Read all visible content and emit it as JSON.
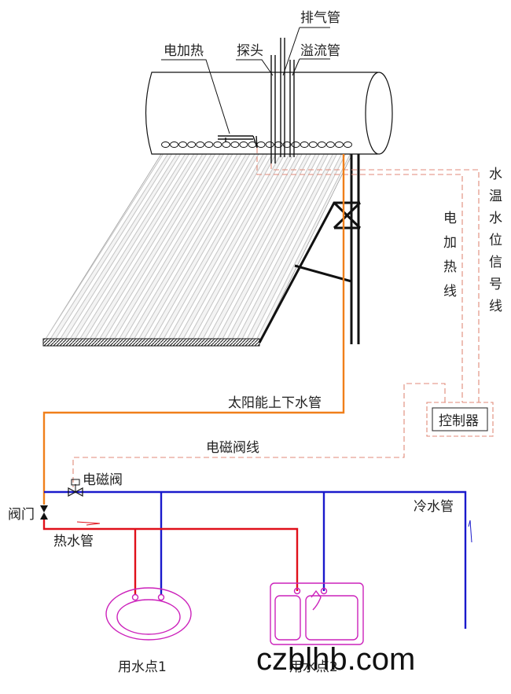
{
  "labels": {
    "exhaust_pipe": "排气管",
    "probe": "探头",
    "electric_heating": "电加热",
    "overflow_pipe": "溢流管",
    "electric_heating_line": "电加热线",
    "temp_level_signal_line": "水温水位信号线",
    "solar_pipe": "太阳能上下水管",
    "controller": "控制器",
    "solenoid_line": "电磁阀线",
    "solenoid_valve": "电磁阀",
    "valve": "阀门",
    "cold_pipe": "冷水管",
    "hot_pipe": "热水管",
    "point1": "用水点1",
    "point2": "用水点2"
  },
  "watermark": "czblhb.com",
  "colors": {
    "hot": "#e0101a",
    "cold": "#1a1acc",
    "solar_pipe": "#f07f1a",
    "dashed": "#e08a78",
    "line": "#111111",
    "fixture": "#cc22bb",
    "collector_tube": "#c4c4c4"
  }
}
